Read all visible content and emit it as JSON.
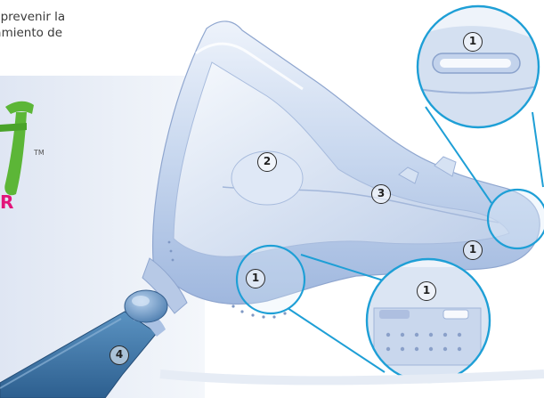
{
  "intro": {
    "line1": "e prevenir la",
    "line2": "tamiento de"
  },
  "brand": {
    "letter": "R",
    "tm": "TM"
  },
  "callouts": {
    "c1": "1",
    "c2": "2",
    "c3": "3",
    "c4": "4"
  },
  "colors": {
    "accent_blue": "#1e9fd6",
    "brand_green": "#5cb637",
    "brand_pink": "#e2157a",
    "appliance_blue": "#c9d9ef",
    "handle_blue": "#3b78ab"
  }
}
